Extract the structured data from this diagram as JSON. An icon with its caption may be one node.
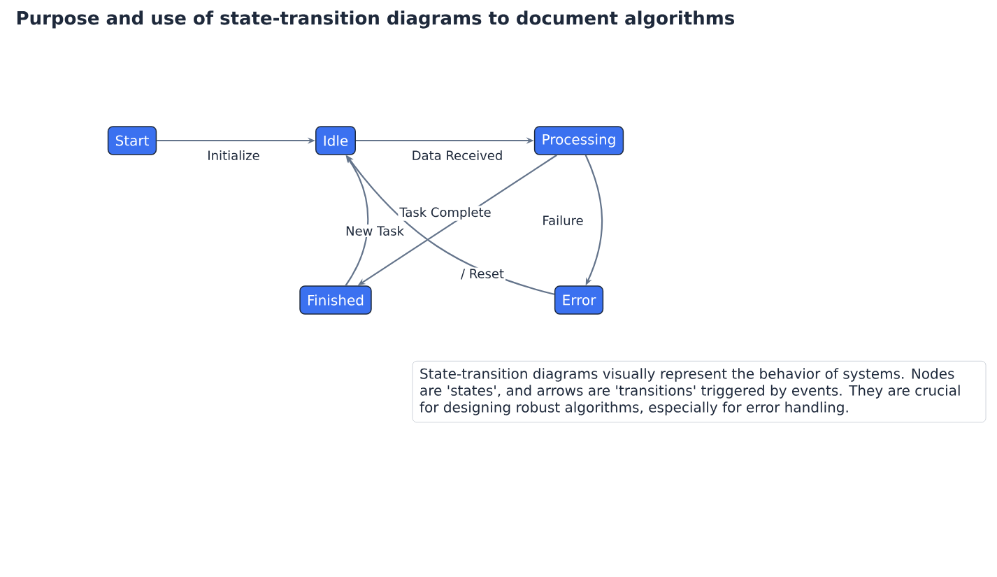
{
  "diagram": {
    "title": "Purpose and use of state-transition diagrams to document algorithms",
    "nodes": [
      {
        "text": [
          "Start"
        ]
      },
      {
        "text": [
          "Idle"
        ]
      },
      {
        "text": [
          "Processing"
        ]
      },
      {
        "text": [
          "Finished"
        ]
      },
      {
        "text": [
          "Error"
        ]
      },
      {
        "text": [
          "State-transition diagrams visually represent the behavior of systems. Nodes are 'states', and arrows are 'transitions' triggered by events. They are crucial for designing robust algorithms, especially for error handling."
        ]
      }
    ],
    "edges": [
      {
        "from": 0,
        "to": 1,
        "arrow": "to",
        "label": "Initialize"
      },
      {
        "from": 1,
        "to": 2,
        "arrow": "to",
        "label": "Data Received"
      },
      {
        "from": 2,
        "to": 3,
        "arrow": "to",
        "label": "Task Complete"
      },
      {
        "from": 2,
        "to": 4,
        "arrow": "to",
        "label": "Failure"
      },
      {
        "from": 3,
        "to": 1,
        "arrow": "to",
        "label": "New Task"
      },
      {
        "from": 4,
        "to": 1,
        "arrow": "to",
        "label": "/ Reset"
      }
    ]
  }
}
